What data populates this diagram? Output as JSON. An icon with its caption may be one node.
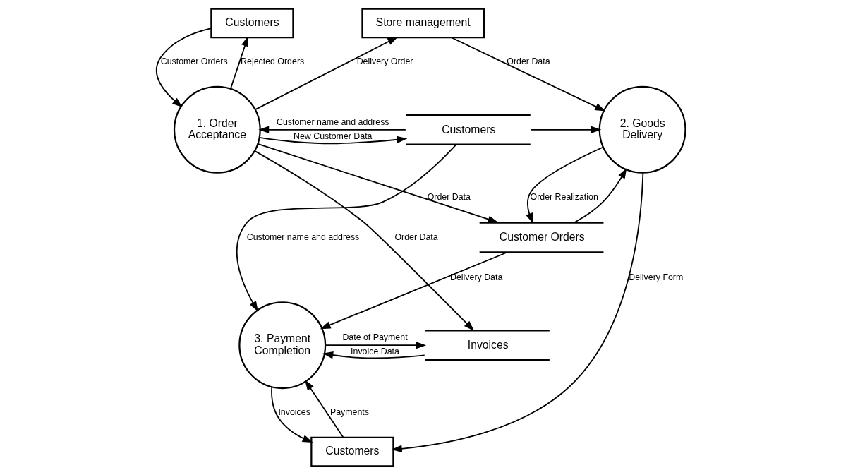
{
  "diagram": {
    "nodes": [
      {
        "text": [
          "Customers"
        ]
      },
      {
        "text": [
          "Store management"
        ]
      },
      {
        "text": [
          "Customer Orders"
        ]
      },
      {
        "text": [
          "Customers"
        ]
      },
      {
        "text": [
          "1. Order Acceptance"
        ]
      },
      {
        "text": [
          "2. Goods Delivery"
        ]
      },
      {
        "text": [
          "3. Payment Completion"
        ]
      },
      {
        "text": [
          "Customers"
        ]
      },
      {
        "text": [
          "Invoices"
        ]
      }
    ],
    "edges": [
      {
        "from": 0,
        "to": 4,
        "arrow": "to",
        "label": "Customer Orders"
      },
      {
        "from": 4,
        "to": 0,
        "arrow": "to",
        "label": "Rejected Orders"
      },
      {
        "from": 4,
        "to": 1,
        "arrow": "to",
        "label": "Delivery Order"
      },
      {
        "from": 4,
        "to": 2,
        "arrow": "to",
        "label": "Order Data"
      },
      {
        "from": 4,
        "to": 3,
        "arrow": "to",
        "label": "New Customer Data"
      },
      {
        "from": 3,
        "to": 4,
        "arrow": "to",
        "label": "Customer name and address"
      },
      {
        "from": 1,
        "to": 5,
        "arrow": "to",
        "label": "Order Data"
      },
      {
        "from": 5,
        "to": 2,
        "arrow": "to",
        "label": "Order Realization"
      },
      {
        "from": 2,
        "to": 5,
        "arrow": "to"
      },
      {
        "from": 3,
        "to": 5,
        "arrow": "to"
      },
      {
        "from": 2,
        "to": 6,
        "arrow": "to",
        "label": "Delivery Data"
      },
      {
        "from": 3,
        "to": 6,
        "arrow": "to",
        "label": "Customer name and address"
      },
      {
        "from": 5,
        "to": 7,
        "arrow": "to",
        "label": "Delivery Form"
      },
      {
        "from": 6,
        "to": 7,
        "arrow": "to",
        "label": "Invoices"
      },
      {
        "from": 7,
        "to": 6,
        "arrow": "to",
        "label": "Payments"
      },
      {
        "from": 4,
        "to": 8,
        "arrow": "to",
        "label": "Order Data"
      },
      {
        "from": 6,
        "to": 8,
        "arrow": "to",
        "label": "Date of Payment"
      },
      {
        "from": 8,
        "to": 6,
        "arrow": "to",
        "label": "Invoice Data"
      }
    ]
  }
}
